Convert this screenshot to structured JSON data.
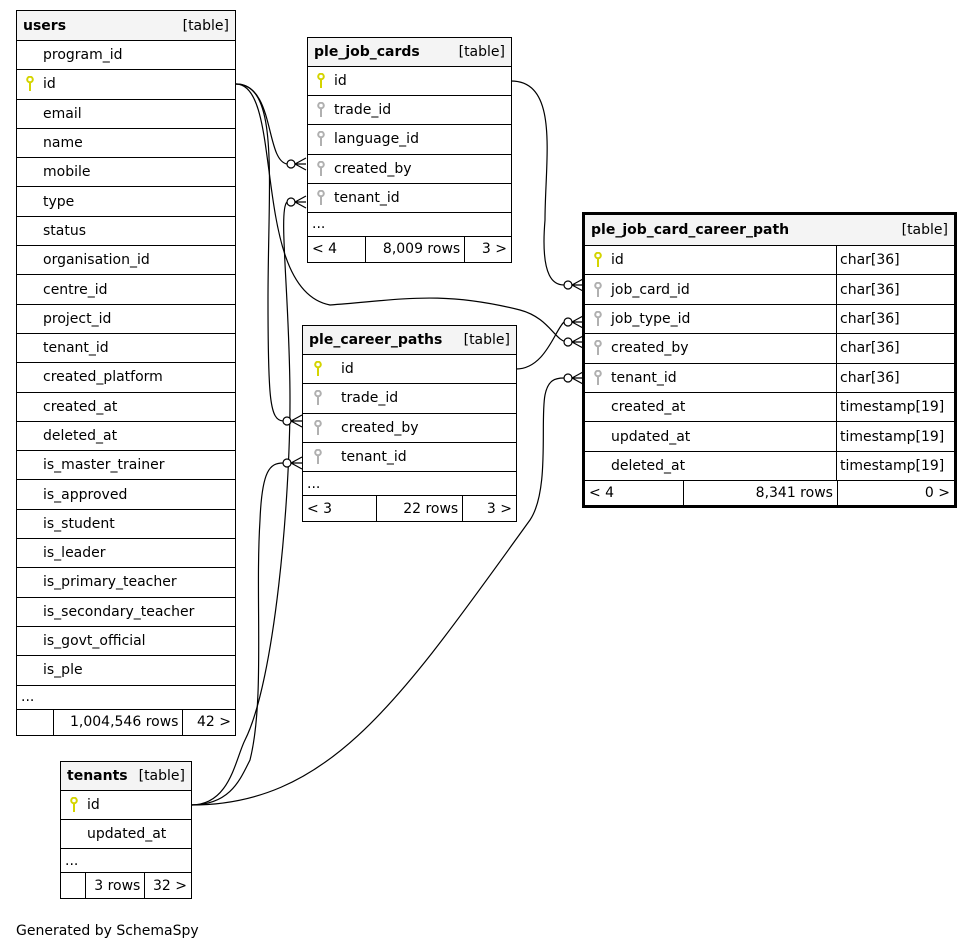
{
  "tables": [
    {
      "id": "users",
      "name": "users",
      "kind": "[table]",
      "columns": [
        {
          "name": "program_id",
          "key": ""
        },
        {
          "name": "id",
          "key": "pk"
        },
        {
          "name": "email",
          "key": ""
        },
        {
          "name": "name",
          "key": ""
        },
        {
          "name": "mobile",
          "key": ""
        },
        {
          "name": "type",
          "key": ""
        },
        {
          "name": "status",
          "key": ""
        },
        {
          "name": "organisation_id",
          "key": ""
        },
        {
          "name": "centre_id",
          "key": ""
        },
        {
          "name": "project_id",
          "key": ""
        },
        {
          "name": "tenant_id",
          "key": ""
        },
        {
          "name": "created_platform",
          "key": ""
        },
        {
          "name": "created_at",
          "key": ""
        },
        {
          "name": "deleted_at",
          "key": ""
        },
        {
          "name": "is_master_trainer",
          "key": ""
        },
        {
          "name": "is_approved",
          "key": ""
        },
        {
          "name": "is_student",
          "key": ""
        },
        {
          "name": "is_leader",
          "key": ""
        },
        {
          "name": "is_primary_teacher",
          "key": ""
        },
        {
          "name": "is_secondary_teacher",
          "key": ""
        },
        {
          "name": "is_govt_official",
          "key": ""
        },
        {
          "name": "is_ple",
          "key": ""
        }
      ],
      "more": "...",
      "footer": {
        "parents": "",
        "rows": "1,004,546 rows",
        "children": "42 >"
      }
    },
    {
      "id": "ple_job_cards",
      "name": "ple_job_cards",
      "kind": "[table]",
      "columns": [
        {
          "name": "id",
          "key": "pk"
        },
        {
          "name": "trade_id",
          "key": "fk"
        },
        {
          "name": "language_id",
          "key": "fk"
        },
        {
          "name": "created_by",
          "key": "fk"
        },
        {
          "name": "tenant_id",
          "key": "fk"
        }
      ],
      "more": "...",
      "footer": {
        "parents": "< 4",
        "rows": "8,009 rows",
        "children": "3 >"
      }
    },
    {
      "id": "ple_career_paths",
      "name": "ple_career_paths",
      "kind": "[table]",
      "columns": [
        {
          "name": "id",
          "key": "pk"
        },
        {
          "name": "trade_id",
          "key": "fk"
        },
        {
          "name": "created_by",
          "key": "fk"
        },
        {
          "name": "tenant_id",
          "key": "fk"
        }
      ],
      "more": "...",
      "footer": {
        "parents": "< 3",
        "rows": "22 rows",
        "children": "3 >"
      }
    },
    {
      "id": "ple_job_card_career_path",
      "name": "ple_job_card_career_path",
      "kind": "[table]",
      "columns": [
        {
          "name": "id",
          "key": "pk",
          "type": "char[36]"
        },
        {
          "name": "job_card_id",
          "key": "fk",
          "type": "char[36]"
        },
        {
          "name": "job_type_id",
          "key": "fk",
          "type": "char[36]"
        },
        {
          "name": "created_by",
          "key": "fk",
          "type": "char[36]"
        },
        {
          "name": "tenant_id",
          "key": "fk",
          "type": "char[36]"
        },
        {
          "name": "created_at",
          "key": "",
          "type": "timestamp[19]"
        },
        {
          "name": "updated_at",
          "key": "",
          "type": "timestamp[19]"
        },
        {
          "name": "deleted_at",
          "key": "",
          "type": "timestamp[19]"
        }
      ],
      "footer": {
        "parents": "< 4",
        "rows": "8,341 rows",
        "children": "0 >"
      }
    },
    {
      "id": "tenants",
      "name": "tenants",
      "kind": "[table]",
      "columns": [
        {
          "name": "id",
          "key": "pk"
        },
        {
          "name": "updated_at",
          "key": ""
        }
      ],
      "more": "...",
      "footer": {
        "parents": "",
        "rows": "3 rows",
        "children": "32 >"
      }
    }
  ],
  "colors": {
    "pk": "#d4d400",
    "fk": "#b0b0b0",
    "header": "#f4f4f4"
  },
  "footer_text": "Generated by SchemaSpy"
}
